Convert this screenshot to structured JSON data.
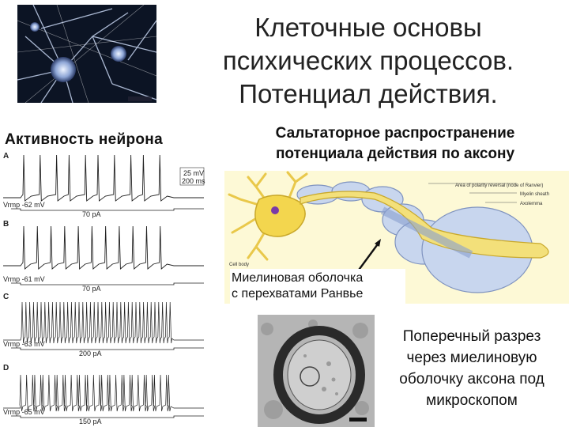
{
  "title": {
    "line1": "Клеточные основы",
    "line2": "психических процессов.",
    "line3": "Потенциал действия."
  },
  "activity_heading": "Активность нейрона",
  "saltatory_heading": {
    "line1": "Сальтаторное распространение",
    "line2": "потенциала действия по аксону"
  },
  "recordings": {
    "scale_voltage": "25 mV",
    "scale_time": "200 ms",
    "panels": [
      {
        "letter": "A",
        "vrmp": "Vrmp -62 mV",
        "current": "70 pA"
      },
      {
        "letter": "B",
        "vrmp": "Vrmp -61 mV",
        "current": "70 pA"
      },
      {
        "letter": "C",
        "vrmp": "Vrmp -63 mV",
        "current": "200 pA"
      },
      {
        "letter": "D",
        "vrmp": "Vrmp -65 mV",
        "current": "150 pA"
      }
    ]
  },
  "axon_diagram": {
    "label_node": "Area of polarity reversal (node of Ranvier)",
    "label_sheath": "Myelin sheath",
    "label_axolemma": "Axolemma",
    "label_cell_body": "Cell body"
  },
  "myelin_caption": {
    "line1": "Миелиновая оболочка",
    "line2": "с перехватами Ранвье"
  },
  "cross_caption": {
    "line1": "Поперечный разрез",
    "line2": "через миелиновую",
    "line3": "оболочку аксона под",
    "line4": "микроскопом"
  }
}
